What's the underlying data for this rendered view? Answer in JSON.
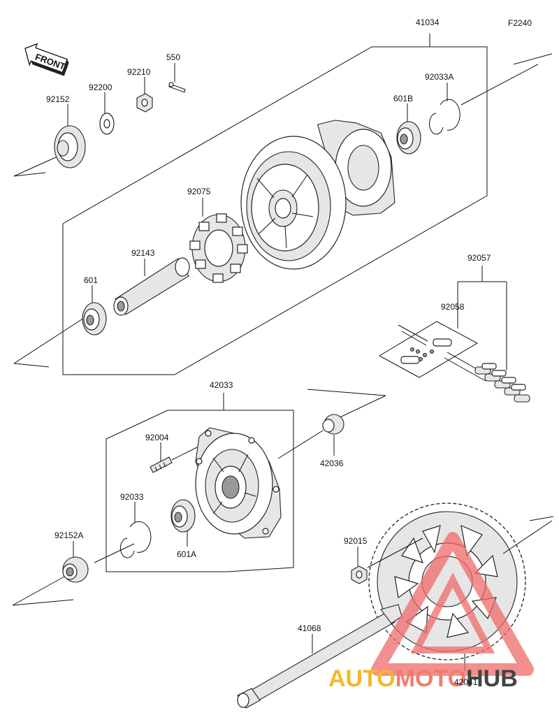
{
  "figure_code": "F2240",
  "front_label": "FRONT",
  "parts": {
    "p41034": "41034",
    "p92152": "92152",
    "p92200": "92200",
    "p92210": "92210",
    "p550": "550",
    "p601B": "601B",
    "p92033A": "92033A",
    "p92075": "92075",
    "p92143": "92143",
    "p601": "601",
    "p92057": "92057",
    "p92058": "92058",
    "p42033": "42033",
    "p92004": "92004",
    "p42036": "42036",
    "p92033": "92033",
    "p92152A": "92152A",
    "p601A": "601A",
    "p92015": "92015",
    "p41068": "41068",
    "p42041": "42041"
  },
  "watermark": {
    "part1": "AUTO",
    "part2": "MOTO",
    "part3": "HUB",
    "color1": "#f5b72a",
    "color2": "#f27c6a",
    "color3": "#444444",
    "logo_color": "#f06a6a"
  }
}
